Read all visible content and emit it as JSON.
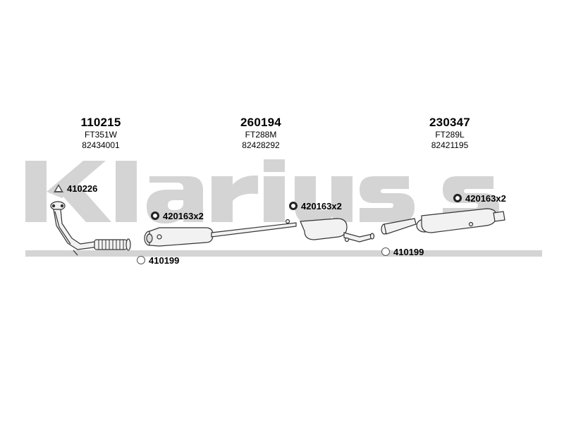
{
  "watermark": {
    "text": "Klarius",
    "color": "#d4d4d4"
  },
  "parts": [
    {
      "part_number": "110215",
      "code": "FT351W",
      "oe_number": "82434001"
    },
    {
      "part_number": "260194",
      "code": "FT288M",
      "oe_number": "82428292"
    },
    {
      "part_number": "230347",
      "code": "FT289L",
      "oe_number": "82421195"
    }
  ],
  "accessories": [
    {
      "label": "410226",
      "icon": "gasket-triangle-icon"
    },
    {
      "label": "420163x2",
      "icon": "rubber-mount-ring-icon"
    },
    {
      "label": "410199",
      "icon": "clamp-ring-icon"
    },
    {
      "label": "420163x2",
      "icon": "rubber-mount-ring-icon"
    },
    {
      "label": "420163x2",
      "icon": "rubber-mount-ring-icon"
    },
    {
      "label": "410199",
      "icon": "clamp-ring-icon"
    }
  ]
}
